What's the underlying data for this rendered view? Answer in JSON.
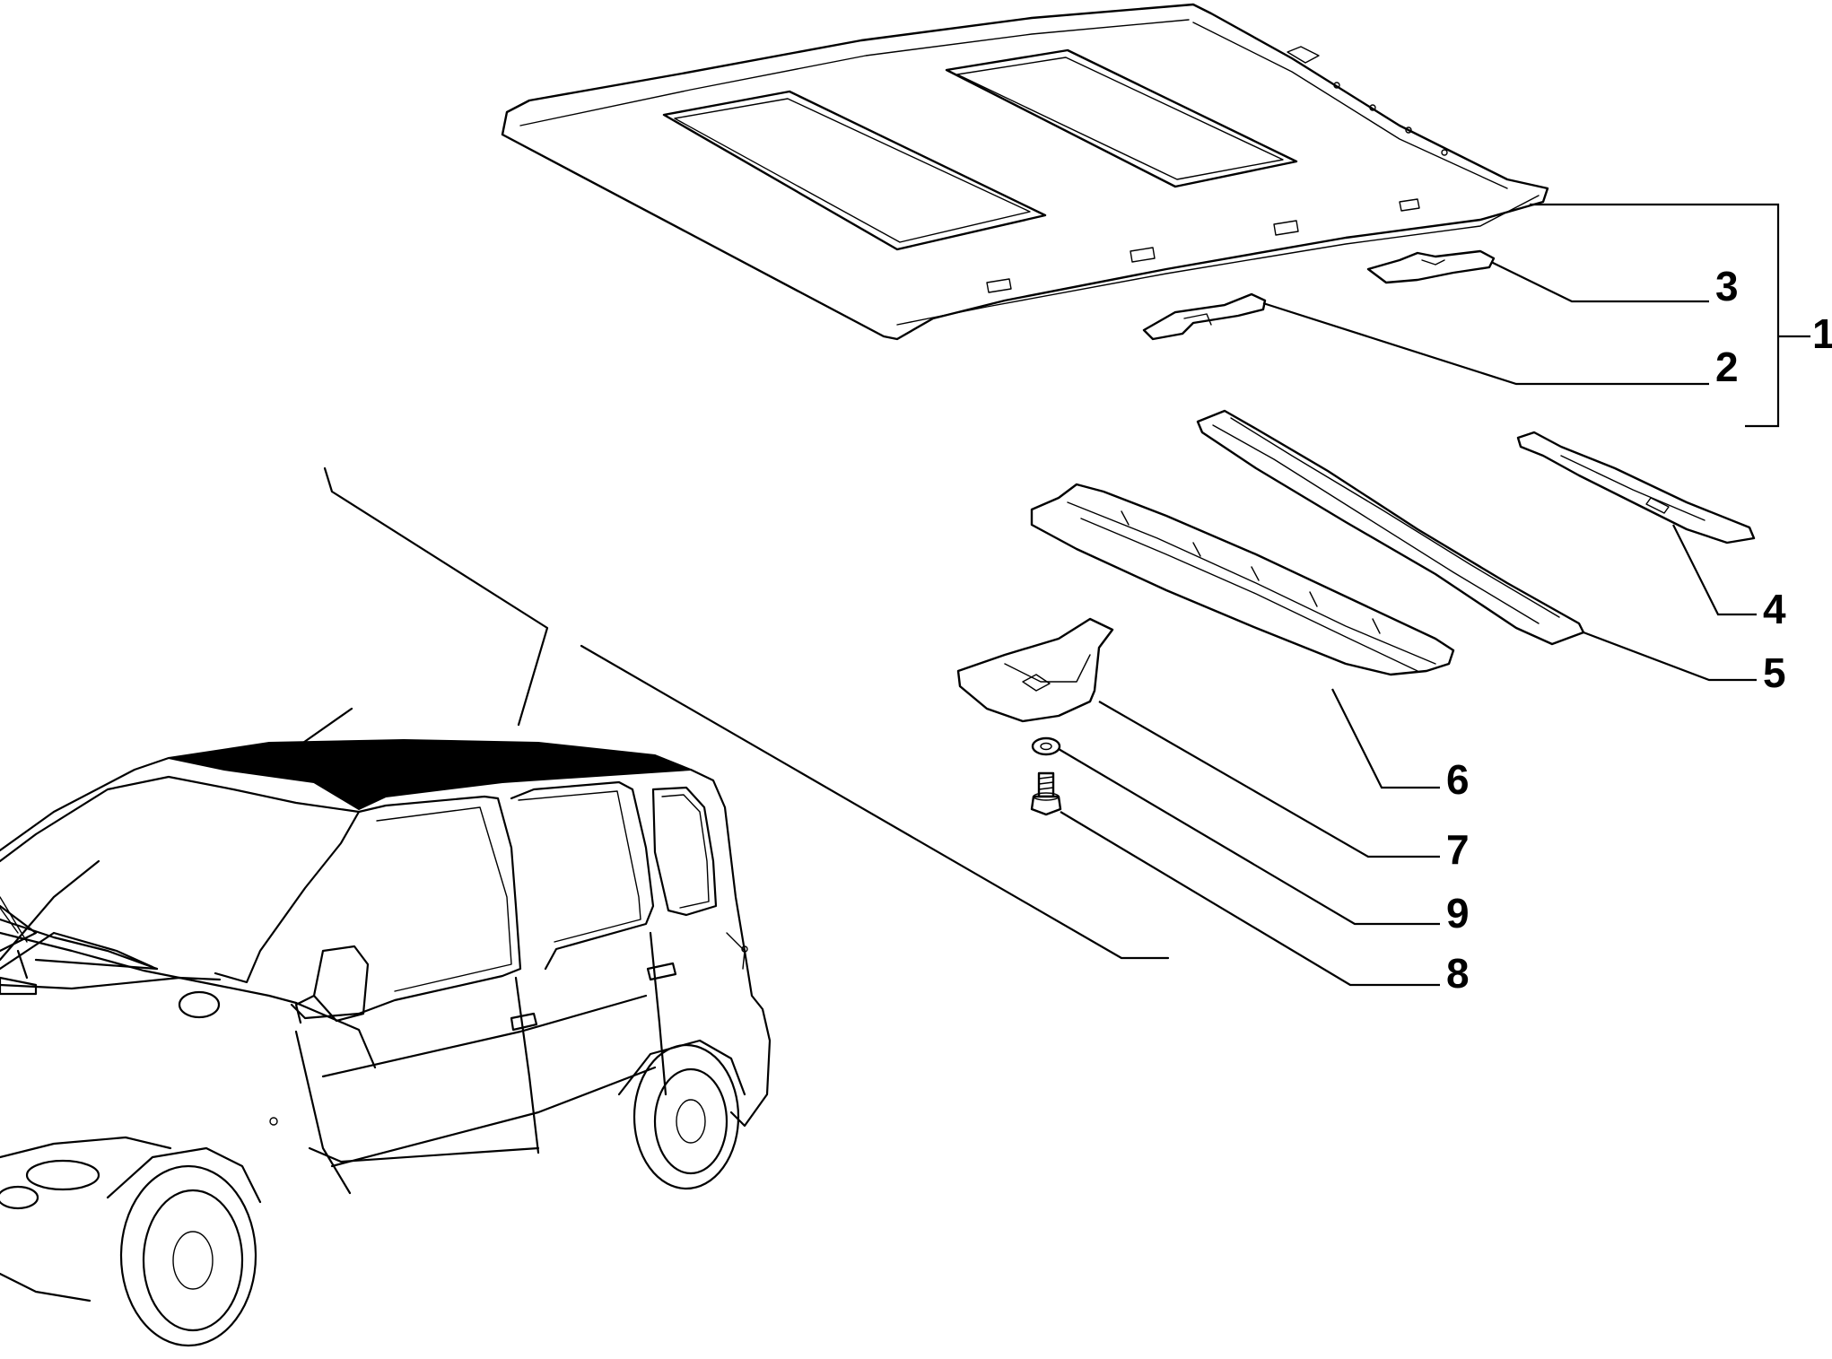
{
  "callouts": {
    "c1": "1",
    "c2": "2",
    "c3": "3",
    "c4": "4",
    "c5": "5",
    "c6": "6",
    "c7": "7",
    "c8": "8",
    "c9": "9"
  },
  "car": {
    "roof_highlight_color": "#000000"
  }
}
